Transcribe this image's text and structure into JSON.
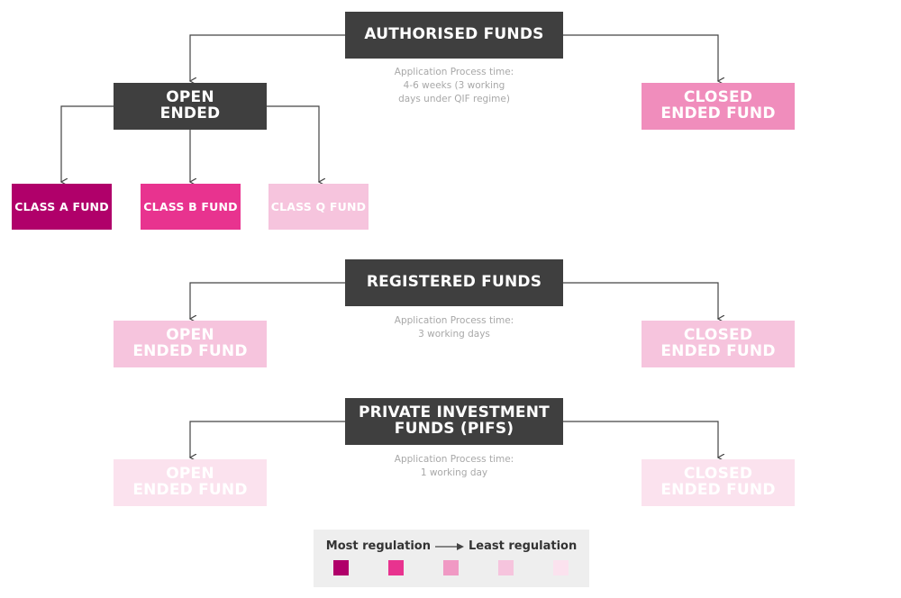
{
  "authorised": {
    "title": "AUTHORISED FUNDS",
    "note": "Application Process time:\n4-6 weeks (3 working\ndays under QIF regime)",
    "open_ended": "OPEN\nENDED",
    "closed_ended": "CLOSED\nENDED FUND",
    "classes": [
      "CLASS A FUND",
      "CLASS B FUND",
      "CLASS Q FUND"
    ]
  },
  "registered": {
    "title": "REGISTERED FUNDS",
    "note": "Application Process time:\n3 working days",
    "open_ended": "OPEN\nENDED FUND",
    "closed_ended": "CLOSED\nENDED FUND"
  },
  "pifs": {
    "title": "PRIVATE INVESTMENT\nFUNDS (PIFS)",
    "note": "Application Process time:\n1 working day",
    "open_ended": "OPEN\nENDED FUND",
    "closed_ended": "CLOSED\nENDED FUND"
  },
  "legend": {
    "from": "Most regulation",
    "to": "Least regulation",
    "scale_colors": [
      "#b0006a",
      "#e8338f",
      "#f099c4",
      "#f6c4dd",
      "#fbe2ee"
    ]
  },
  "colors": {
    "header": "#3f3f3f",
    "level_1": "#b0006a",
    "level_2": "#e8338f",
    "level_3": "#f099c4",
    "level_4": "#f6c4dd",
    "level_5": "#fbe2ee",
    "connector": "#444444",
    "note_text": "#a8a8a8"
  }
}
